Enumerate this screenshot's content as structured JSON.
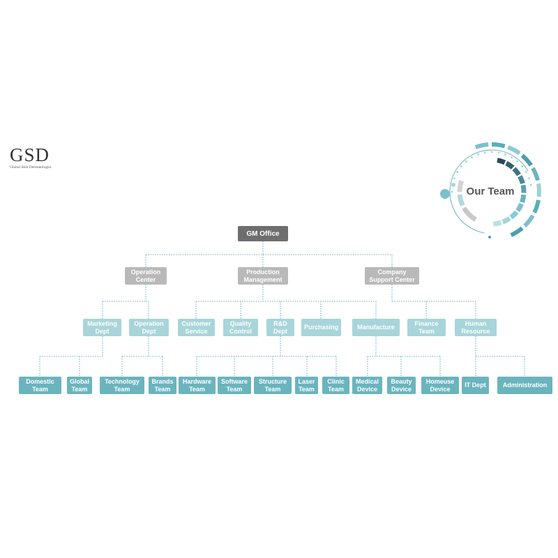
{
  "logo": {
    "main": "GSD",
    "sub": "Global Skin Dermatologist"
  },
  "badge": {
    "title": "Our Team"
  },
  "org": {
    "root": "GM Office",
    "level1": [
      "Operation\nCenter",
      "Production\nManagement",
      "Company\nSupport Center"
    ],
    "level2": [
      "Marketing\nDept",
      "Operation\nDept",
      "Customer\nService",
      "Quality\nControl",
      "R&D\nDept",
      "Purchasing",
      "Manufacture",
      "Finance\nTeam",
      "Human\nResource"
    ],
    "level3": [
      "Domestic\nTeam",
      "Global\nTeam",
      "Technology\nTeam",
      "Brands\nTeam",
      "Hardware\nTeam",
      "Software\nTeam",
      "Structure\nTeam",
      "Laser\nTeam",
      "Clinic\nTeam",
      "Medical\nDevice",
      "Beauty\nDevice",
      "Homeuse\nDevice",
      "IT Dept",
      "Administration"
    ]
  },
  "colors": {
    "root": "#6e6e6e",
    "level1": "#b9b9b9",
    "level2": "#a8d5da",
    "level3": "#6bb4be",
    "connector": "#7fbfc8"
  }
}
